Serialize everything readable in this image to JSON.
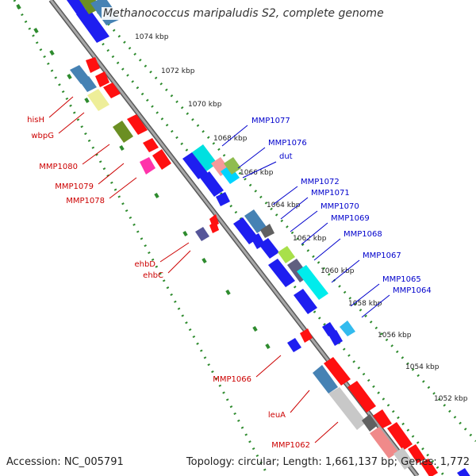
{
  "title": "Methanococcus maripaludis S2, complete genome",
  "footer": {
    "accession": "Accession: NC_005791",
    "topology": "Topology: circular; Length: 1,661,137 bp; Genes: 1,772"
  },
  "colors": {
    "backbone": "#8c8c8c",
    "tick_marks": "#2e8b2e",
    "label_left": "#cc0000",
    "label_right": "#0000cc",
    "forward_gene": "#ff0000",
    "reverse_gene": "#0000ee"
  },
  "ruler_labels": [
    "1074 kbp",
    "1072 kbp",
    "1070 kbp",
    "1068 kbp",
    "1066 kbp",
    "1064 kbp",
    "1062 kbp",
    "1060 kbp",
    "1058 kbp",
    "1056 kbp",
    "1054 kbp",
    "1052 kbp"
  ],
  "left_gene_labels": [
    "hisH",
    "wbpG",
    "MMP1080",
    "MMP1079",
    "MMP1078",
    "ehbD",
    "ehbC",
    "MMP1066",
    "leuA",
    "MMP1062"
  ],
  "right_gene_labels": [
    "MMP1077",
    "MMP1076",
    "dut",
    "MMP1072",
    "MMP1071",
    "MMP1070",
    "MMP1069",
    "MMP1068",
    "MMP1067",
    "MMP1065",
    "MMP1064"
  ]
}
